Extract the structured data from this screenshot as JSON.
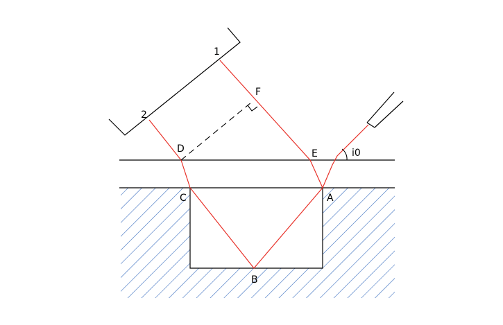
{
  "labels": {
    "p1": "1",
    "p2": "2",
    "F": "F",
    "D": "D",
    "E": "E",
    "angle": "i0",
    "C": "C",
    "A": "A",
    "B": "B"
  },
  "colors": {
    "ray": "#e8322a",
    "hatch": "#3c6fc0",
    "line": "#000000",
    "background": "#ffffff"
  }
}
